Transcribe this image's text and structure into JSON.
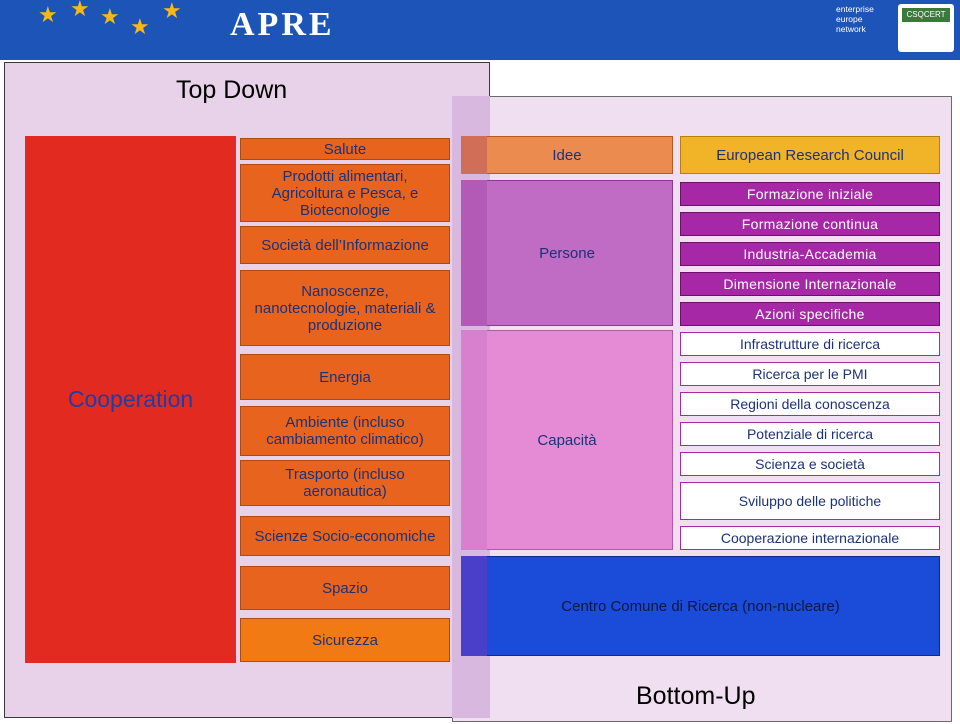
{
  "header": {
    "logo_text": "APRE",
    "een_lines": [
      "enterprise",
      "europe",
      "network"
    ],
    "cert_label": "CSQCERT"
  },
  "labels": {
    "top_down": "Top Down",
    "bottom_up": "Bottom-Up",
    "cooperation": "Cooperation"
  },
  "themes": [
    "Salute",
    "Prodotti alimentari, Agricoltura e Pesca, e Biotecnologie",
    "Società dell’Informazione",
    "Nanoscenze, nanotecnologie, materiali & produzione",
    "Energia",
    "Ambiente (incluso cambiamento climatico)",
    "Trasporto (incluso aeronautica)",
    "Scienze Socio-economiche",
    "Spazio",
    "Sicurezza"
  ],
  "programmes": {
    "idee": "Idee",
    "persone": "Persone",
    "capacita": "Capacità",
    "jrc": "Centro Comune di Ricerca (non-nucleare)"
  },
  "erc": "European Research Council",
  "persone_actions": [
    "Formazione iniziale",
    "Formazione continua",
    "Industria-Accademia",
    "Dimensione Internazionale",
    "Azioni specifiche"
  ],
  "capacita_actions": [
    "Infrastrutture di ricerca",
    "Ricerca per le PMI",
    "Regioni della conoscenza",
    "Potenziale di ricerca",
    "Scienza e società",
    "Sviluppo delle politiche",
    "Cooperazione internazionale"
  ],
  "colors": {
    "header_blue": "#1d54b7",
    "cooperation_red": "#e32a20",
    "theme_orange": "#e8641e",
    "persone_purple": "#a728a6",
    "capacita_pink": "#e58bd6",
    "erc_yellow": "#f1b327",
    "jrc_blue": "#1a4bd9"
  }
}
